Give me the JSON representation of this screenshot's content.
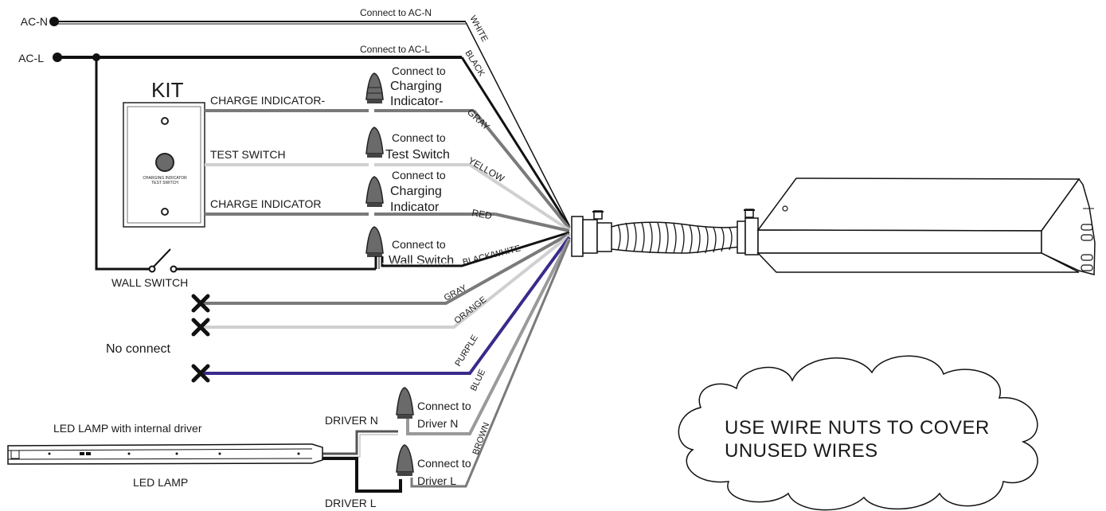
{
  "power": {
    "ac_n": "AC-N",
    "ac_l": "AC-L"
  },
  "top_wires": {
    "connect_ac_n": "Connect to AC-N",
    "connect_ac_l": "Connect to  AC-L"
  },
  "colors": {
    "white": "WHITE",
    "black": "BLACK",
    "gray": "GRAY",
    "yellow": "YELLOW",
    "red": "RED",
    "black_white": "BLACK/WHITE",
    "gray2": "GRAY",
    "orange": "ORANGE",
    "purple": "PURPLE",
    "blue": "BLUE",
    "brown": "BROWN"
  },
  "kit": {
    "title": "KIT",
    "plate_line1": "CHARGING INDICATOR",
    "plate_line2": "TEST SWITCH",
    "charge_indicator_minus": "CHARGE INDICATOR-",
    "test_switch": "TEST SWITCH",
    "charge_indicator": "CHARGE INDICATOR"
  },
  "connectors": {
    "c1_line1": "Connect to",
    "c1_line2": "Charging",
    "c1_line3": "Indicator-",
    "c2_line1": "Connect to",
    "c2_line2": "Test Switch",
    "c3_line1": "Connect to",
    "c3_line2": "Charging",
    "c3_line3": "Indicator",
    "c4_line1": "Connect to",
    "c4_line2": "Wall Switch",
    "c5_line1": "Connect to",
    "c5_line2": "Driver N",
    "c6_line1": "Connect to",
    "c6_line2": "Driver L"
  },
  "wall_switch": "WALL SWITCH",
  "no_connect": "No connect",
  "lamp": {
    "title": "LED LAMP with internal driver",
    "label": "LED LAMP",
    "driver_n": "DRIVER N",
    "driver_l": "DRIVER L"
  },
  "note": {
    "line1": "USE WIRE NUTS TO COVER",
    "line2": "UNUSED WIRES"
  },
  "wire_colors": {
    "black": "#111111",
    "gray": "#7a7a7a",
    "light": "#d0d0d0",
    "purple": "#3a2a8a",
    "mid": "#9a9a9a"
  }
}
